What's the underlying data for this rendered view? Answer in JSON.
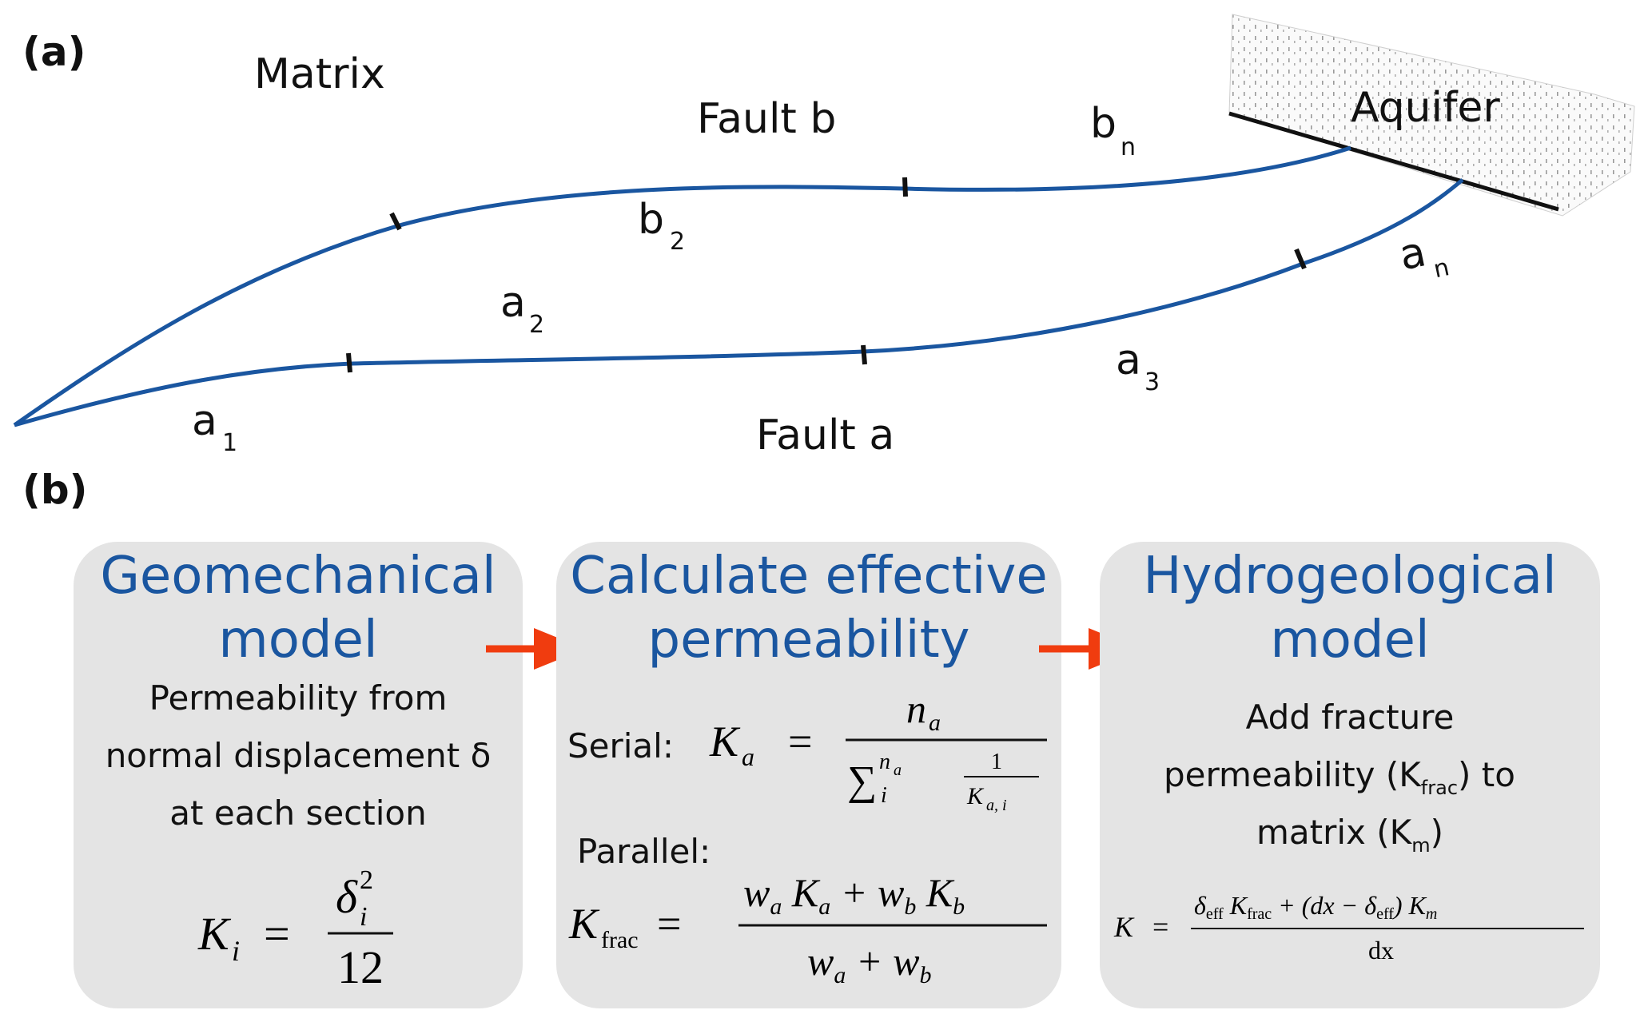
{
  "panel_a": {
    "label": "(a)",
    "matrix_label": "Matrix",
    "fault_b_label": "Fault b",
    "fault_a_label": "Fault a",
    "aquifer_label": "Aquifer",
    "segments": {
      "b2": {
        "main": "b",
        "sub": "2"
      },
      "bn": {
        "main": "b",
        "sub": "n"
      },
      "a1": {
        "main": "a",
        "sub": "1"
      },
      "a2": {
        "main": "a",
        "sub": "2"
      },
      "a3": {
        "main": "a",
        "sub": "3"
      },
      "an": {
        "main": "a",
        "sub": "n"
      }
    },
    "colors": {
      "fault_line": "#1a56a0",
      "tick": "#111111"
    }
  },
  "panel_b": {
    "label": "(b)",
    "box1": {
      "title_line1": "Geomechanical",
      "title_line2": "model",
      "text_line1": "Permeability from",
      "text_line2": "normal displacement δ",
      "text_line3": "at each section",
      "eq_lhs": "K",
      "eq_lhs_sub": "i",
      "eq_eq": "=",
      "eq_num": "δ",
      "eq_num_sub": "i",
      "eq_num_sup": "2",
      "eq_den": "12"
    },
    "box2": {
      "title_line1": "Calculate effective",
      "title_line2": "permeability",
      "serial_label": "Serial:",
      "serial_lhs": "K",
      "serial_lhs_sub": "a",
      "serial_eq": "=",
      "serial_num": "n",
      "serial_num_sub": "a",
      "serial_sum": "∑",
      "serial_sum_sub": "i",
      "serial_sum_sup": "n",
      "serial_sum_sup_sub": "a",
      "serial_frac_num": "1",
      "serial_frac_den": "K",
      "serial_frac_den_sub": "a, i",
      "parallel_label": "Parallel:",
      "par_lhs": "K",
      "par_lhs_sub": "frac",
      "par_eq": "=",
      "par_num": "w",
      "par_num_1": "a",
      "par_num_2": " K",
      "par_num_3": "a",
      "par_num_4": " + w",
      "par_num_5": "b",
      "par_num_6": " K",
      "par_num_7": "b",
      "par_den": "w",
      "par_den_1": "a",
      "par_den_2": " + w",
      "par_den_3": "b"
    },
    "box3": {
      "title_line1": "Hydrogeological",
      "title_line2": "model",
      "text_line1": "Add fracture",
      "text_line2_a": "permeability (K",
      "text_line2_sub": "frac",
      "text_line2_b": ")  to",
      "text_line3_a": "matrix (K",
      "text_line3_sub": "m",
      "text_line3_b": ")",
      "eq_lhs": "K",
      "eq_eq": "=",
      "eq_num": "δ",
      "eq_num_1": "eff",
      "eq_num_2": " K",
      "eq_num_3": "frac",
      "eq_num_4": " + (dx − δ",
      "eq_num_5": "eff",
      "eq_num_6": ") K",
      "eq_num_7": "m",
      "eq_den": "dx"
    },
    "colors": {
      "box_fill": "#e4e4e4",
      "title": "#1a56a0",
      "arrow": "#f03c0f"
    }
  }
}
